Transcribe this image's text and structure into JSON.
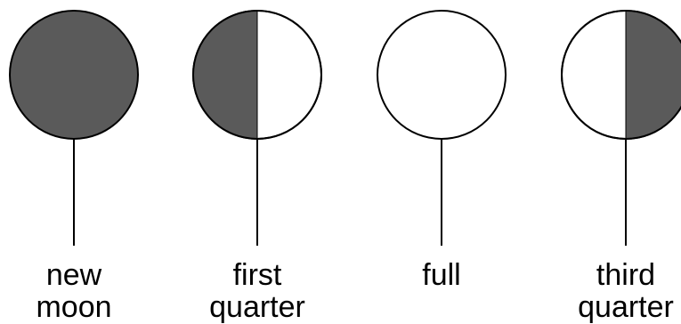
{
  "colors": {
    "dark_fill": "#5a5a5a",
    "light_fill": "#ffffff",
    "outline": "#000000"
  },
  "phases": [
    {
      "name": "new moon",
      "label_line1": "new",
      "label_line2": "moon",
      "shading": "full-dark"
    },
    {
      "name": "first quarter",
      "label_line1": "first",
      "label_line2": "quarter",
      "shading": "left-half-dark"
    },
    {
      "name": "full",
      "label_line1": "full",
      "label_line2": "",
      "shading": "none"
    },
    {
      "name": "third quarter",
      "label_line1": "third",
      "label_line2": "quarter",
      "shading": "right-half-dark"
    }
  ]
}
